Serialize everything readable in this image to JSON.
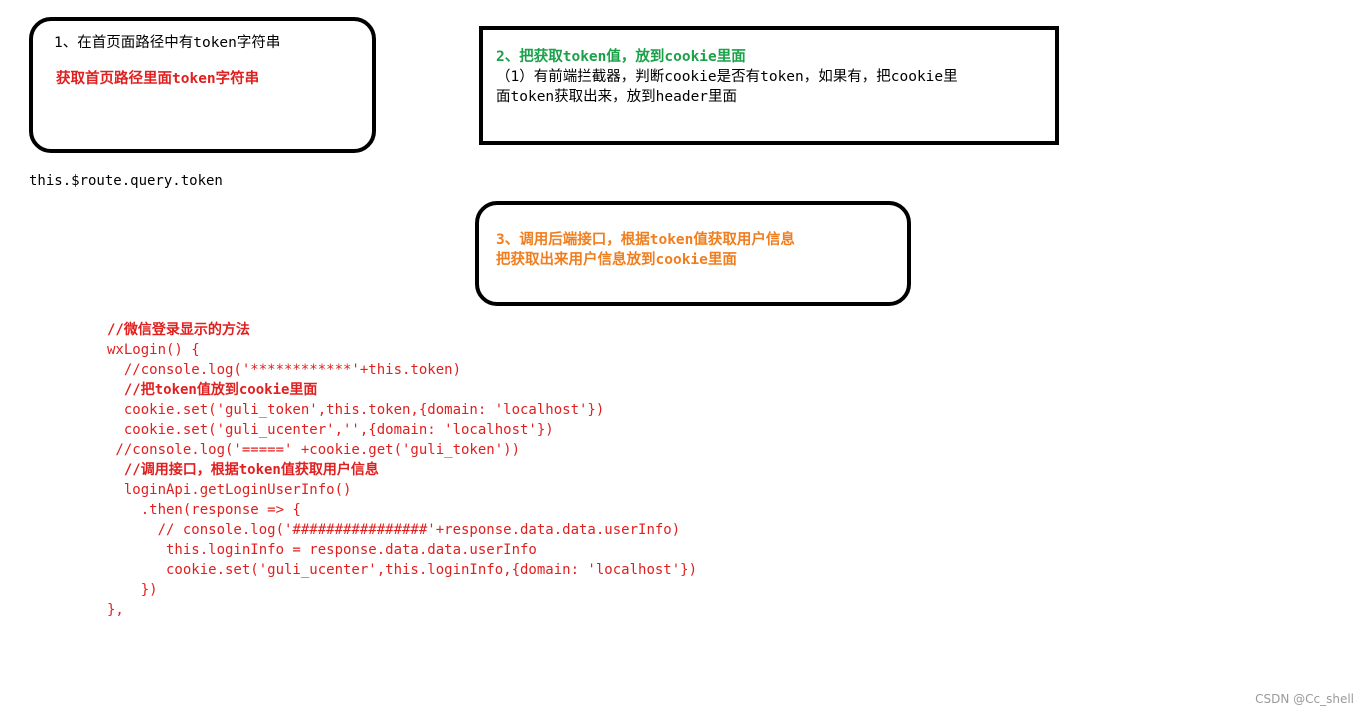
{
  "box1": {
    "title": "1、在首页面路径中有token字符串",
    "subtitle": "获取首页路径里面token字符串"
  },
  "route_text": "this.$route.query.token",
  "box2": {
    "title": "2、把获取token值，放到cookie里面",
    "line1": "（1）有前端拦截器，判断cookie是否有token，如果有，把cookie里",
    "line2": "面token获取出来，放到header里面"
  },
  "box3": {
    "line1": "3、调用后端接口，根据token值获取用户信息",
    "line2": "把获取出来用户信息放到cookie里面"
  },
  "code": [
    "//微信登录显示的方法",
    "wxLogin() {",
    "  //console.log('************'+this.token)",
    "  //把token值放到cookie里面",
    "  cookie.set('guli_token',this.token,{domain: 'localhost'})",
    "  cookie.set('guli_ucenter','',{domain: 'localhost'})",
    " //console.log('=====' +cookie.get('guli_token'))",
    "  //调用接口，根据token值获取用户信息",
    "  loginApi.getLoginUserInfo()",
    "    .then(response => {",
    "      // console.log('################'+response.data.data.userInfo)",
    "       this.loginInfo = response.data.data.userInfo",
    "       cookie.set('guli_ucenter',this.loginInfo,{domain: 'localhost'})",
    "    })",
    "},"
  ],
  "watermark": "CSDN @Cc_shell"
}
